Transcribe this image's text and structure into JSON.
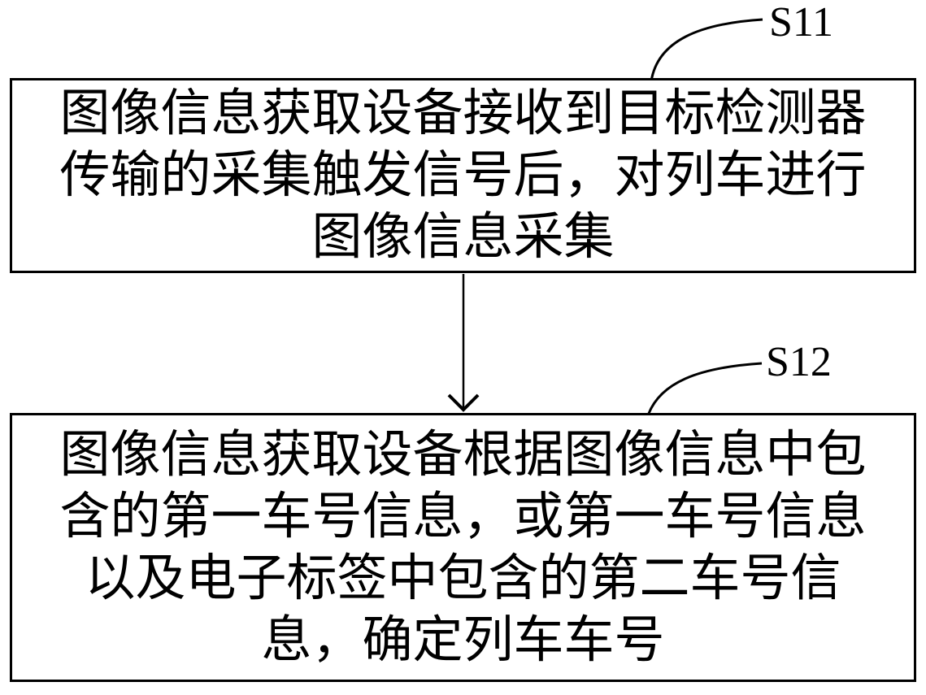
{
  "figure": {
    "background_color": "#ffffff",
    "stroke_color": "#000000",
    "text_color": "#000000",
    "connector": "arrow-down-from-s11-to-s12",
    "steps": [
      {
        "label": "S11",
        "full_text": "图像信息获取设备接收到目标检测器传输的采集触发信号后，对列车进行图像信息采集",
        "lines": [
          "图像信息获取设备接收到目标检测器",
          "传输的采集触发信号后，对列车进行",
          "图像信息采集"
        ]
      },
      {
        "label": "S12",
        "full_text": "图像信息获取设备根据图像信息中包含的第一车号信息，或第一车号信息以及电子标签中包含的第二车号信息，确定列车车号",
        "lines": [
          "图像信息获取设备根据图像信息中包",
          "含的第一车号信息，或第一车号信息",
          "以及电子标签中包含的第二车号信",
          "息，确定列车车号"
        ]
      }
    ]
  }
}
